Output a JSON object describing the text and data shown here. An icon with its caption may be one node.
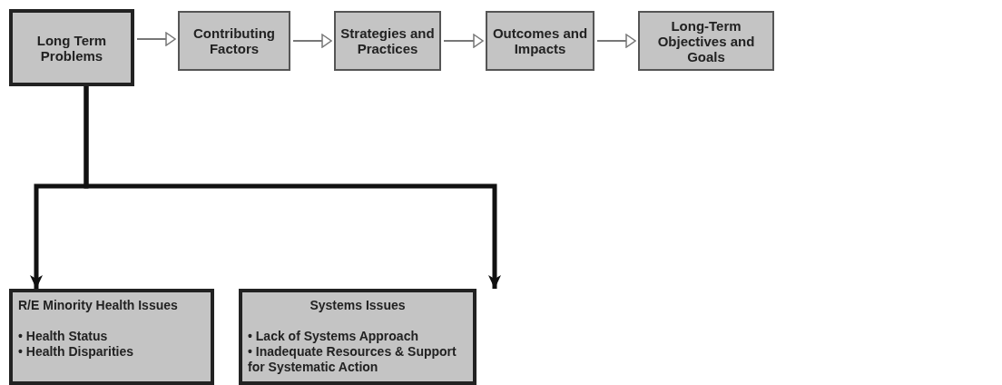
{
  "diagram": {
    "nodes": [
      {
        "text": [
          "Long Term Problems"
        ]
      },
      {
        "text": [
          "Contributing Factors"
        ]
      },
      {
        "text": [
          "Strategies and Practices"
        ]
      },
      {
        "text": [
          "Outcomes and Impacts"
        ]
      },
      {
        "text": [
          "Long-Term Objectives and Goals"
        ]
      },
      {
        "text": [
          "R/E Minority Health Issues",
          "• Health Status",
          "• Health Disparities"
        ]
      },
      {
        "text": [
          "Systems Issues",
          "• Lack of Systems Approach",
          "• Inadequate Resources & Support for Systematic Action"
        ]
      }
    ],
    "edges": [
      {
        "from": 0,
        "to": 1,
        "arrow": "to"
      },
      {
        "from": 1,
        "to": 2,
        "arrow": "to"
      },
      {
        "from": 2,
        "to": 3,
        "arrow": "to"
      },
      {
        "from": 3,
        "to": 4,
        "arrow": "to"
      },
      {
        "from": 0,
        "to": 5,
        "arrow": "to",
        "style": "thick",
        "color": "#111111"
      },
      {
        "from": 0,
        "to": 6,
        "arrow": "to",
        "style": "thick",
        "color": "#111111"
      }
    ]
  }
}
